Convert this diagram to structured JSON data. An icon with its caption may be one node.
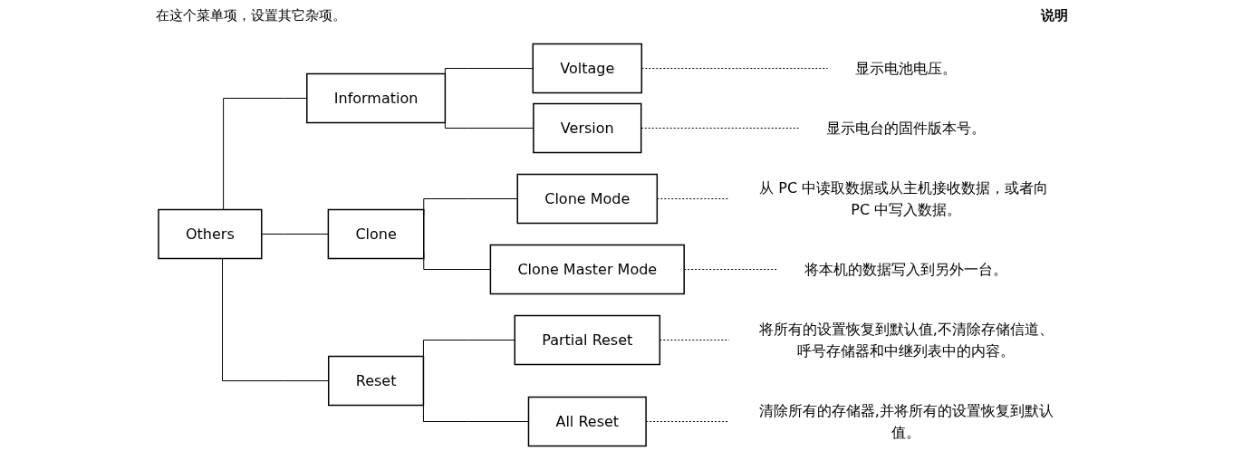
{
  "diagram": {
    "nodes": [
      {
        "text": [
          "Others"
        ]
      },
      {
        "text": [
          "Information"
        ]
      },
      {
        "text": [
          "Voltage"
        ]
      },
      {
        "text": [
          "Version"
        ]
      },
      {
        "text": [
          "Clone"
        ]
      },
      {
        "text": [
          "Clone Mode"
        ]
      },
      {
        "text": [
          "Clone Master Mode"
        ]
      },
      {
        "text": [
          "Reset"
        ]
      },
      {
        "text": [
          "Partial Reset"
        ]
      },
      {
        "text": [
          "All Reset"
        ]
      },
      {
        "text": [
          "显示电池电压。"
        ]
      },
      {
        "text": [
          "显示电台的固件版本号。"
        ]
      },
      {
        "text": [
          "从 PC 中读取数据或从主机接收数据，或者向 PC 中写入数据。"
        ]
      },
      {
        "text": [
          "将本机的数据写入到另外一台。"
        ]
      },
      {
        "text": [
          "将所有的设置恢复到默认值,不清除存储信道、呼号存储器和中继列表中的内容。"
        ]
      },
      {
        "text": [
          "清除所有的存储器,并将所有的设置恢复到默认值。"
        ]
      }
    ],
    "edges": [
      {
        "from": 0,
        "to": 1,
        "arrow": "none"
      },
      {
        "from": 0,
        "to": 4,
        "arrow": "none"
      },
      {
        "from": 0,
        "to": 7,
        "arrow": "none"
      },
      {
        "from": 1,
        "to": 2,
        "arrow": "none"
      },
      {
        "from": 1,
        "to": 3,
        "arrow": "none"
      },
      {
        "from": 4,
        "to": 5,
        "arrow": "none"
      },
      {
        "from": 4,
        "to": 6,
        "arrow": "none"
      },
      {
        "from": 7,
        "to": 8,
        "arrow": "none"
      },
      {
        "from": 7,
        "to": 9,
        "arrow": "none"
      },
      {
        "from": 2,
        "to": 10,
        "arrow": "none",
        "style": "dashed"
      },
      {
        "from": 3,
        "to": 11,
        "arrow": "none",
        "style": "dashed"
      },
      {
        "from": 5,
        "to": 12,
        "arrow": "none",
        "style": "dashed"
      },
      {
        "from": 6,
        "to": 13,
        "arrow": "none",
        "style": "dashed"
      },
      {
        "from": 8,
        "to": 14,
        "arrow": "none",
        "style": "dashed"
      },
      {
        "from": 9,
        "to": 15,
        "arrow": "none",
        "style": "dashed"
      }
    ],
    "labels": [
      "在这个菜单项，设置其它杂项。",
      "说明"
    ]
  }
}
